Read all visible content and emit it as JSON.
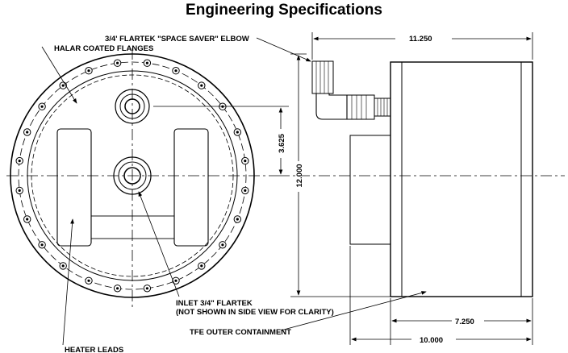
{
  "title": "Engineering Specifications",
  "labels": {
    "elbow": "3/4' FLARTEK \"SPACE SAVER\" ELBOW",
    "flanges": "HALAR COATED FLANGES",
    "inlet_line1": "INLET 3/4\" FLARTEK",
    "inlet_line2": "(NOT SHOWN IN SIDE VIEW FOR CLARITY)",
    "containment": "TFE OUTER CONTAINMENT",
    "heater_leads": "HEATER LEADS"
  },
  "dimensions": {
    "overall_width": "11.250",
    "port_spacing": "3.625",
    "height": "12.000",
    "body_width": "7.250",
    "total_width": "10.000"
  },
  "colors": {
    "line": "#000000",
    "background": "#ffffff"
  }
}
